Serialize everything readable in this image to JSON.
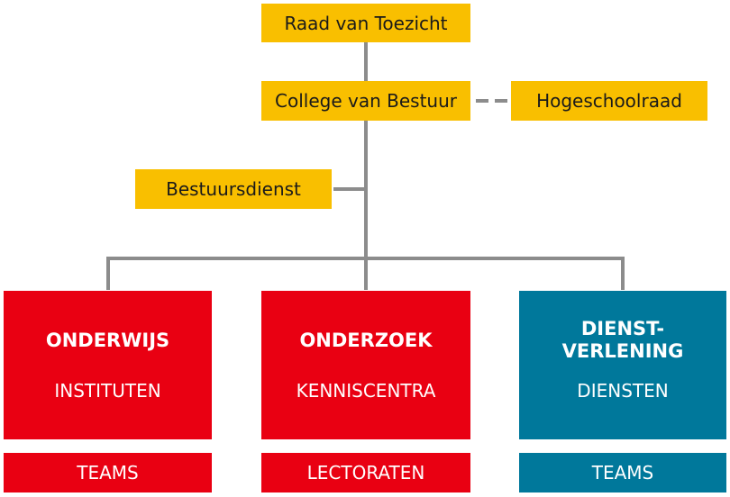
{
  "colors": {
    "governance": "#f9bf00",
    "red": "#e90012",
    "blue": "#00789b",
    "connector": "#8c8c8c"
  },
  "governance": {
    "supervisory_board": "Raad van Toezicht",
    "executive_board": "College van Bestuur",
    "university_council": "Hogeschoolraad",
    "executive_office": "Bestuursdienst"
  },
  "pillars": [
    {
      "title": "ONDERWIJS",
      "subtitle": "INSTITUTEN",
      "footer": "TEAMS"
    },
    {
      "title": "ONDERZOEK",
      "subtitle": "KENNISCENTRA",
      "footer": "LECTORATEN"
    },
    {
      "title": "DIENST-\nVERLENING",
      "subtitle": "DIENSTEN",
      "footer": "TEAMS"
    }
  ]
}
